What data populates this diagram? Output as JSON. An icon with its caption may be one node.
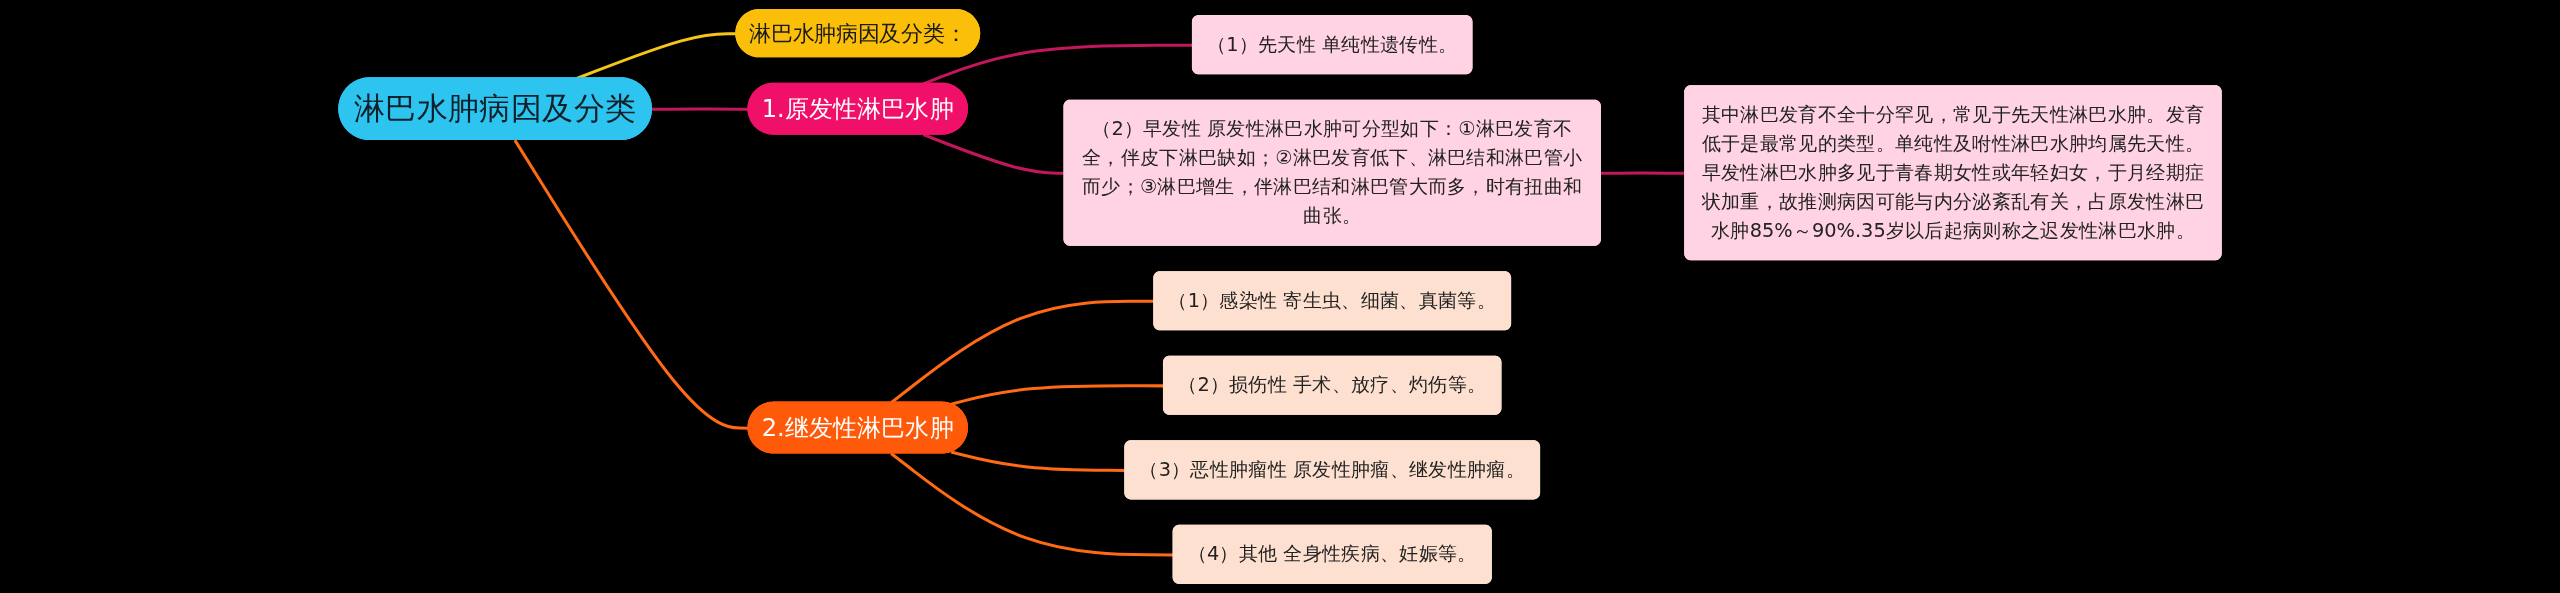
{
  "diagram": {
    "nodes": [
      {
        "text": [
          "淋巴水肿病因及分类"
        ]
      },
      {
        "text": [
          "淋巴水肿病因及分类："
        ]
      },
      {
        "text": [
          "1.原发性淋巴水肿"
        ]
      },
      {
        "text": [
          "（1）先天性 单纯性遗传性。"
        ]
      },
      {
        "text": [
          "（2）早发性 原发性淋巴水肿可分型如下：①淋巴发育不全，伴皮下淋巴缺如；②淋巴发育低下、淋巴结和淋巴管小而少；③淋巴增生，伴淋巴结和淋巴管大而多，时有扭曲和曲张。"
        ]
      },
      {
        "text": [
          "其中淋巴发育不全十分罕见，常见于先天性淋巴水肿。发育低于是最常见的类型。单纯性及咐性淋巴水肿均属先天性。早发性淋巴水肿多见于青春期女性或年轻妇女，于月经期症状加重，故推测病因可能与内分泌紊乱有关，占原发性淋巴水肿85%～90%.35岁以后起病则称之迟发性淋巴水肿。"
        ]
      },
      {
        "text": [
          "2.继发性淋巴水肿"
        ]
      },
      {
        "text": [
          "（1）感染性 寄生虫、细菌、真菌等。"
        ]
      },
      {
        "text": [
          "（2）损伤性 手术、放疗、灼伤等。"
        ]
      },
      {
        "text": [
          "（3）恶性肿瘤性 原发性肿瘤、继发性肿瘤。"
        ]
      },
      {
        "text": [
          "（4）其他 全身性疾病、妊娠等。"
        ]
      }
    ],
    "edges": [
      {
        "from": 0,
        "to": 1,
        "arrow": "none",
        "color": "#f5c518"
      },
      {
        "from": 0,
        "to": 2,
        "arrow": "none",
        "color": "#c2185b"
      },
      {
        "from": 2,
        "to": 3,
        "arrow": "none",
        "color": "#c2185b"
      },
      {
        "from": 2,
        "to": 4,
        "arrow": "none",
        "color": "#c2185b"
      },
      {
        "from": 4,
        "to": 5,
        "arrow": "none",
        "color": "#c2185b"
      },
      {
        "from": 0,
        "to": 6,
        "arrow": "none"
      },
      {
        "from": 6,
        "to": 7,
        "arrow": "none"
      },
      {
        "from": 6,
        "to": 8,
        "arrow": "none"
      },
      {
        "from": 6,
        "to": 9,
        "arrow": "none"
      },
      {
        "from": 6,
        "to": 10,
        "arrow": "none"
      }
    ]
  }
}
